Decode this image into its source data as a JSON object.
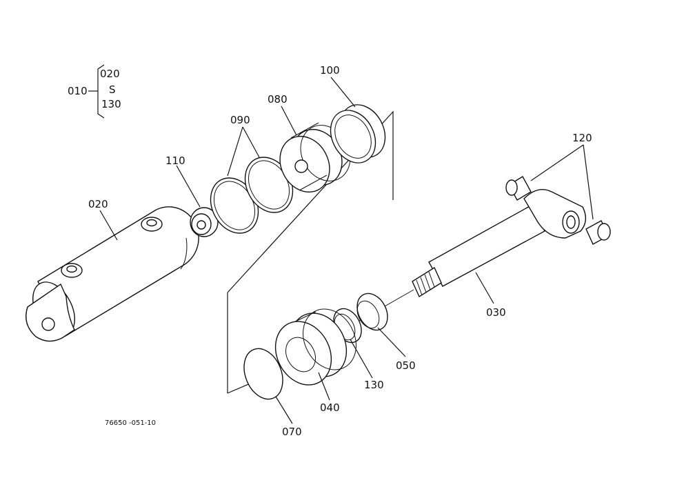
{
  "diagram": {
    "assembly": {
      "label": "010",
      "range_start": "020",
      "range_sep": "S",
      "range_end": "130"
    },
    "part_labels": {
      "p100": "100",
      "p080": "080",
      "p090": "090",
      "p110": "110",
      "p020": "020",
      "p120": "120",
      "p030": "030",
      "p050": "050",
      "p130": "130",
      "p040": "040",
      "p070": "070"
    },
    "drawing_code": "76650 -051-10"
  }
}
